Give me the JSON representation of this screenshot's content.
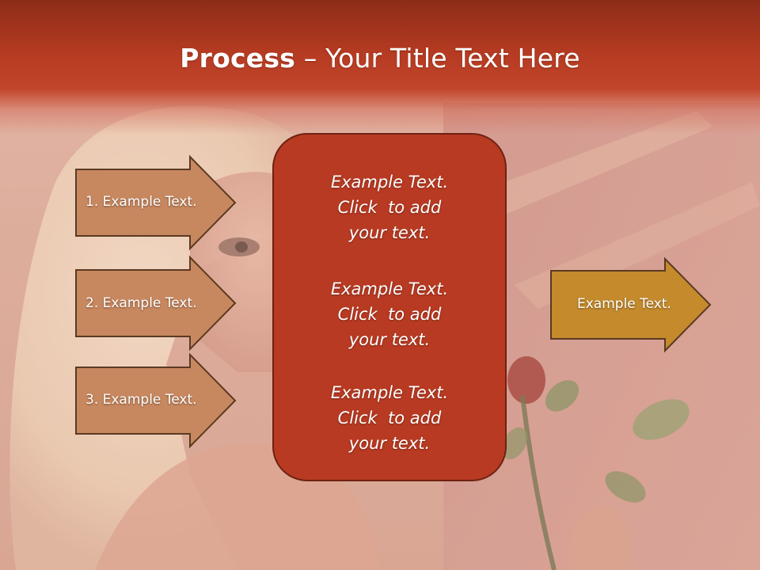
{
  "slide": {
    "title_bold": "Process",
    "title_rest": " – Your Title Text Here",
    "left_items": [
      "1. Example Text.",
      "2. Example Text.",
      "3. Example Text."
    ],
    "center_blocks": [
      [
        "Example Text.",
        "Click  to add",
        "your text."
      ],
      [
        "Example Text.",
        "Click  to add",
        "your text."
      ],
      [
        "Example Text.",
        "Click  to add",
        "your text."
      ]
    ],
    "right_item": "Example Text."
  },
  "colors": {
    "title_band": "#b43a21",
    "left_arrow_fill": "#c8885f",
    "left_arrow_stroke": "#5a3a22",
    "center_box_fill": "#b83a22",
    "right_arrow_fill": "#c48a2c"
  }
}
